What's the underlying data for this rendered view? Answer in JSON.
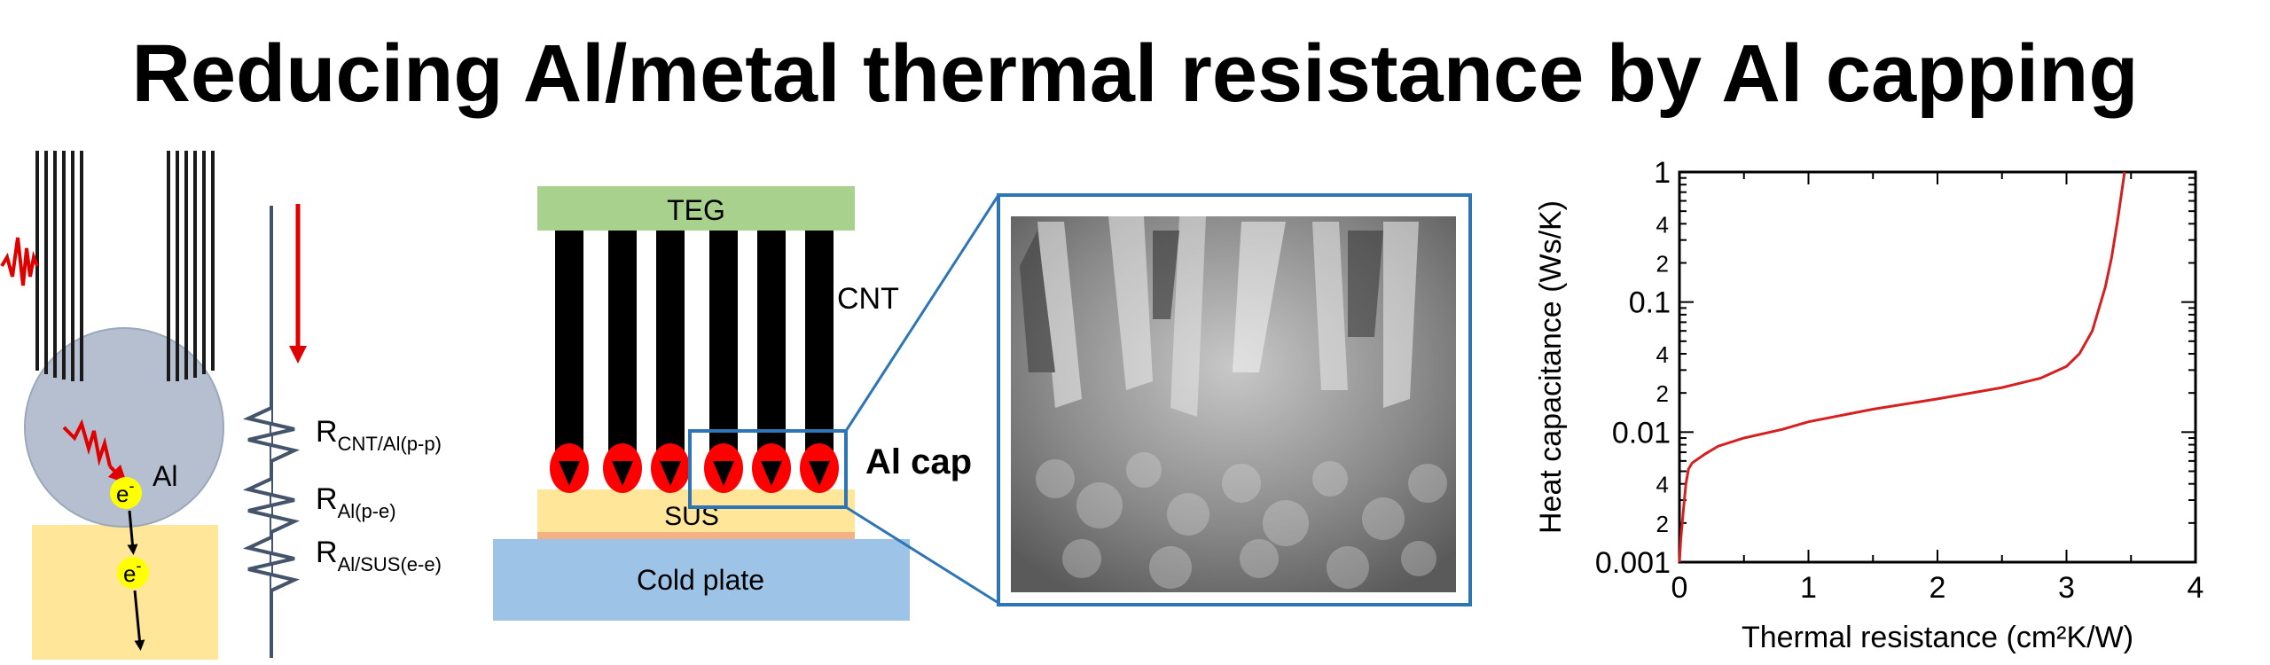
{
  "title": "Reducing Al/metal thermal resistance by Al capping",
  "left_diagram": {
    "particle_label": "Al",
    "electron_label": "e",
    "electron_sup": "-",
    "resistors": [
      {
        "main": "R",
        "sub": "CNT/Al(p-p)"
      },
      {
        "main": "R",
        "sub": "Al(p-e)"
      },
      {
        "main": "R",
        "sub": "Al/SUS(e-e)"
      }
    ]
  },
  "middle_diagram": {
    "teg_label": "TEG",
    "cnt_label": "CNT",
    "al_cap_label": "Al cap",
    "sus_label": "SUS",
    "cold_plate_label": "Cold plate"
  },
  "colors": {
    "teg": "#a9d18e",
    "sus": "#ffe699",
    "cold_plate": "#9dc3e6",
    "particle": "#adb9ca",
    "cap_red": "#ff0000",
    "frame_blue": "#2e75b6",
    "curve_red": "#d62020",
    "wire": "#44546a"
  },
  "chart_data": {
    "type": "line",
    "xlabel": "Thermal resistance (cm²K/W)",
    "ylabel": "Heat capacitance (Ws/K)",
    "xlim": [
      0,
      4
    ],
    "ylim": [
      0.001,
      1
    ],
    "yscale": "log",
    "x_ticks": [
      "0",
      "1",
      "2",
      "3",
      "4"
    ],
    "y_ticks": [
      "0.001",
      "0.01",
      "0.1",
      "1"
    ],
    "y_minor_labels": [
      "2",
      "4"
    ],
    "series": [
      {
        "x": [
          0.0,
          0.01,
          0.03,
          0.05,
          0.07,
          0.1,
          0.2,
          0.3,
          0.5,
          0.8,
          1.0,
          1.5,
          2.0,
          2.5,
          2.8,
          3.0,
          3.1,
          3.2,
          3.3,
          3.35,
          3.4,
          3.45
        ],
        "values": [
          0.001,
          0.0015,
          0.0025,
          0.004,
          0.0052,
          0.0058,
          0.0068,
          0.0078,
          0.009,
          0.0105,
          0.012,
          0.015,
          0.018,
          0.022,
          0.026,
          0.032,
          0.04,
          0.06,
          0.13,
          0.22,
          0.45,
          1.0
        ]
      }
    ],
    "grid": false
  }
}
